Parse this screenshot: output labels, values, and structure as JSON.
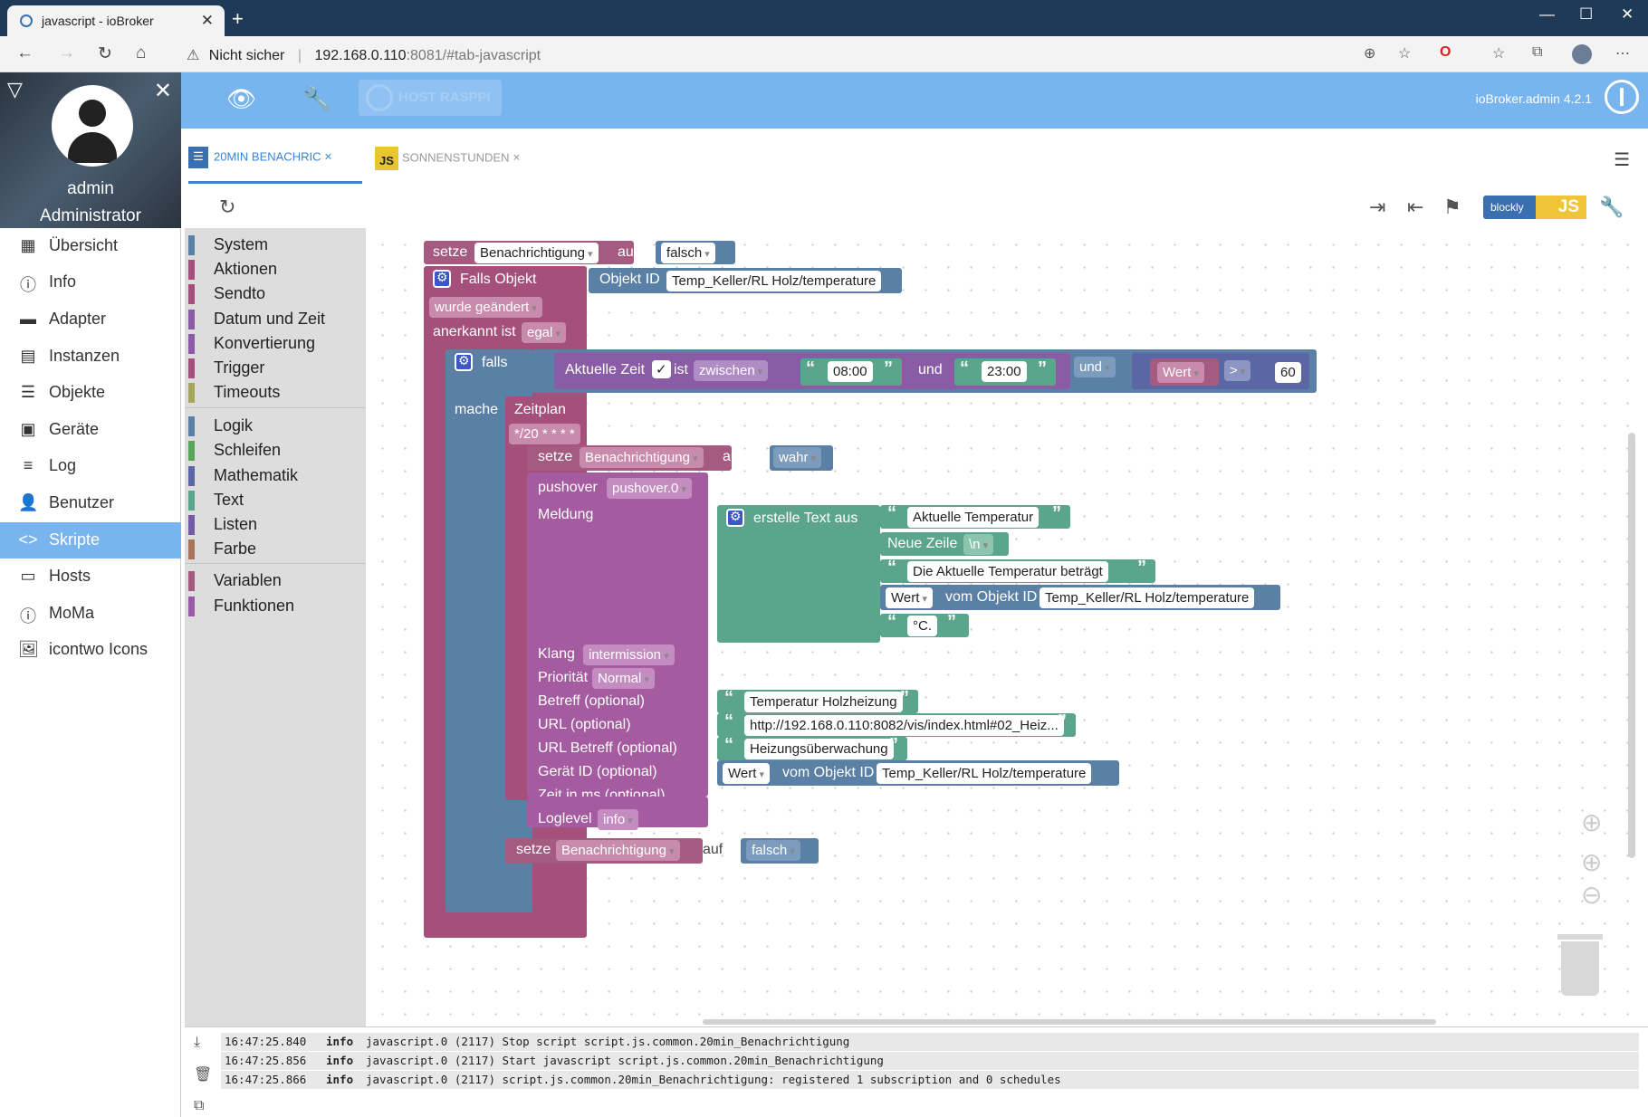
{
  "browser": {
    "tab_title": "javascript - ioBroker",
    "tab_close": "✕",
    "new_tab": "+",
    "security": "Nicht sicher",
    "url_host": "192.168.0.110",
    "url_port": ":8081",
    "url_path": "/#tab-javascript"
  },
  "appbar": {
    "host_label": "HOST RASPPI",
    "version": "ioBroker.admin 4.2.1"
  },
  "user": {
    "name": "admin",
    "role": "Administrator"
  },
  "nav": {
    "items": [
      {
        "label": "Übersicht"
      },
      {
        "label": "Info"
      },
      {
        "label": "Adapter"
      },
      {
        "label": "Instanzen"
      },
      {
        "label": "Objekte"
      },
      {
        "label": "Geräte"
      },
      {
        "label": "Log"
      },
      {
        "label": "Benutzer"
      },
      {
        "label": "Skripte"
      },
      {
        "label": "Hosts"
      },
      {
        "label": "MoMa"
      },
      {
        "label": "icontwo Icons"
      }
    ]
  },
  "script_tabs": [
    {
      "label": "20MIN BENACHRIC",
      "close": "×"
    },
    {
      "label": "SONNENSTUNDEN",
      "close": "×"
    }
  ],
  "toolbar": {
    "blockly_label": "blockly",
    "js_label": "JS"
  },
  "toolbox": {
    "categories": [
      {
        "label": "System",
        "color": "#5b80a5"
      },
      {
        "label": "Aktionen",
        "color": "#a5507a"
      },
      {
        "label": "Sendto",
        "color": "#a5507a"
      },
      {
        "label": "Datum und Zeit",
        "color": "#8a5ca5"
      },
      {
        "label": "Konvertierung",
        "color": "#8a5ca5"
      },
      {
        "label": "Trigger",
        "color": "#a5507a"
      },
      {
        "label": "Timeouts",
        "color": "#a5a55b"
      },
      {
        "label": "Logik",
        "color": "#5b80a5"
      },
      {
        "label": "Schleifen",
        "color": "#5ba55b"
      },
      {
        "label": "Mathematik",
        "color": "#5b67a5"
      },
      {
        "label": "Text",
        "color": "#5ba58c"
      },
      {
        "label": "Listen",
        "color": "#745ba5"
      },
      {
        "label": "Farbe",
        "color": "#a5745b"
      },
      {
        "label": "Variablen",
        "color": "#a55b80"
      },
      {
        "label": "Funktionen",
        "color": "#995ba5"
      }
    ]
  },
  "blocks": {
    "setze": "setze",
    "auf": "auf",
    "var_name": "Benachrichtigung",
    "falsch": "falsch",
    "wahr": "wahr",
    "falls_objekt": "Falls Objekt",
    "objekt_id": "Objekt ID",
    "object_path": "Temp_Keller/RL Holz/temperature",
    "wurde_geaendert": "wurde geändert",
    "anerkannt_ist": "anerkannt ist",
    "egal": "egal",
    "falls": "falls",
    "mache": "mache",
    "aktuelle_zeit": "Aktuelle Zeit",
    "check": "✓",
    "ist": "ist",
    "zwischen": "zwischen",
    "time_from": "08:00",
    "und": "und",
    "time_to": "23:00",
    "wert": "Wert",
    "op_gt": ">",
    "num_60": "60",
    "zeitplan": "Zeitplan",
    "cron": "*/20 * * * *",
    "pushover": "pushover",
    "pushover_inst": "pushover.0",
    "meldung": "Meldung",
    "erstelle_text": "erstelle Text aus",
    "txt_aktuelle_temp": "Aktuelle Temperatur",
    "neue_zeile": "Neue Zeile",
    "newline": "\\n",
    "txt_die_aktuelle": "Die Aktuelle Temperatur beträgt",
    "vom_objekt_id": "vom Objekt ID",
    "txt_unit": "°C.",
    "klang": "Klang",
    "klang_val": "intermission",
    "prioritaet": "Priorität",
    "prio_val": "Normal",
    "betreff": "Betreff (optional)",
    "txt_betreff": "Temperatur Holzheizung",
    "url": "URL (optional)",
    "txt_url": "http://192.168.0.110:8082/vis/index.html#02_Heiz...",
    "url_betreff": "URL Betreff (optional)",
    "txt_url_betreff": "Heizungsüberwachung",
    "geraet": "Gerät ID (optional)",
    "zeit_ms": "Zeit in ms (optional)",
    "loglevel": "Loglevel",
    "loglevel_val": "info",
    "open_quote": "“",
    "close_quote": "”"
  },
  "log": {
    "rows": [
      {
        "time": "16:47:25.840",
        "level": "info",
        "msg": "javascript.0 (2117) Stop script script.js.common.20min_Benachrichtigung"
      },
      {
        "time": "16:47:25.856",
        "level": "info",
        "msg": "javascript.0 (2117) Start javascript script.js.common.20min_Benachrichtigung"
      },
      {
        "time": "16:47:25.866",
        "level": "info",
        "msg": "javascript.0 (2117) script.js.common.20min_Benachrichtigung: registered 1 subscription and 0 schedules"
      }
    ]
  },
  "colors": {
    "appbar": "#78b4ee",
    "variable": "#a55b80",
    "trigger": "#a5507a",
    "logic": "#5b80a5",
    "time": "#8a5ca5",
    "text": "#5ba58c",
    "sendto": "#a55ba0"
  }
}
